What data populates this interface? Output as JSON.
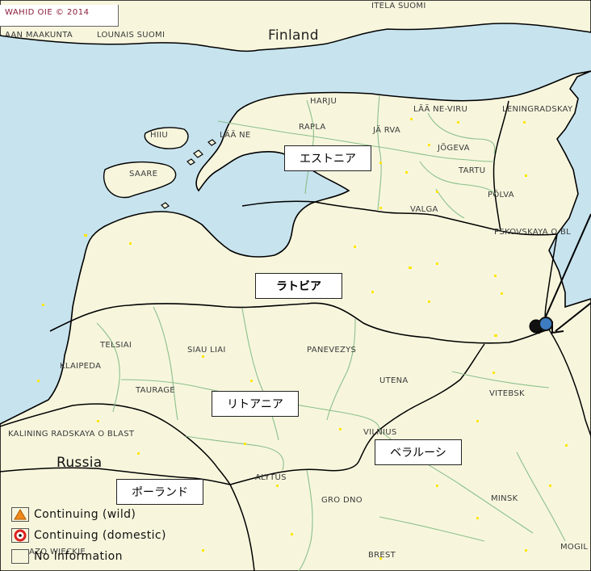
{
  "copyright": "WAHID OIE © 2014",
  "countries": {
    "finland": "Finland",
    "russia": "Russia"
  },
  "regions": {
    "varsinais_suomi": "AAN MAAKUNTA",
    "lounais_suomi": "LOUNAIS SUOMI",
    "itela_suomi": "ITELA SUOMI",
    "harju": "HARJU",
    "laane_viru": "LÄÄ NE-VIRU",
    "leningradskaya": "LENINGRADSKAY",
    "hiiu": "HIIU",
    "laane": "LÄÄ NE",
    "rapla": "RAPLA",
    "jarva": "JÄ RVA",
    "jogeva": "JÕGEVA",
    "saare": "SAARE",
    "tartu": "TARTU",
    "polva": "PÕLVA",
    "valga": "VALGA",
    "pskovskaya": "PSKOVSKAYA O BL",
    "telsiai": "TELSIAI",
    "siauliai": "SIAU LIAI",
    "panevezys": "PANEVEZYS",
    "klaipeda": "KLAIPEDA",
    "utena": "UTENA",
    "taurage": "TAURAGE",
    "vitebsk": "VITEBSK",
    "kaliningradskaya": "KALINING RADSKAYA O BLAST",
    "vilnius": "VILNIUS",
    "alytus": "ALYTUS",
    "grodno": "GRO DNO",
    "minsk": "MINSK",
    "brest": "BREST",
    "warm_maz": "AZO WIECKIE",
    "mogilev": "MOGIL"
  },
  "japanese_labels": {
    "estonia": "エストニア",
    "latvia": "ラトビア",
    "lithuania": "リトアニア",
    "belarus": "ベラルーシ",
    "poland": "ポーランド"
  },
  "legend": {
    "wild": "Continuing (wild)",
    "domestic": "Continuing (domestic)",
    "no_info": "No information"
  },
  "colors": {
    "sea": "#c7e3ee",
    "land": "#f7f6dd",
    "country_border": "#000000",
    "region_border": "#8bbf8b",
    "speckle": "#ffe600",
    "copyright_text": "#8a1c3c",
    "outbreak_marker": "#3d7cc0",
    "legend_wild": "#f08a1a",
    "legend_domestic": "#e02020"
  },
  "icons": {
    "outbreak": "outbreak-marker-icon",
    "wild": "orange-triangle-icon",
    "domestic": "red-ring-icon",
    "no_info": "empty-square-icon"
  }
}
